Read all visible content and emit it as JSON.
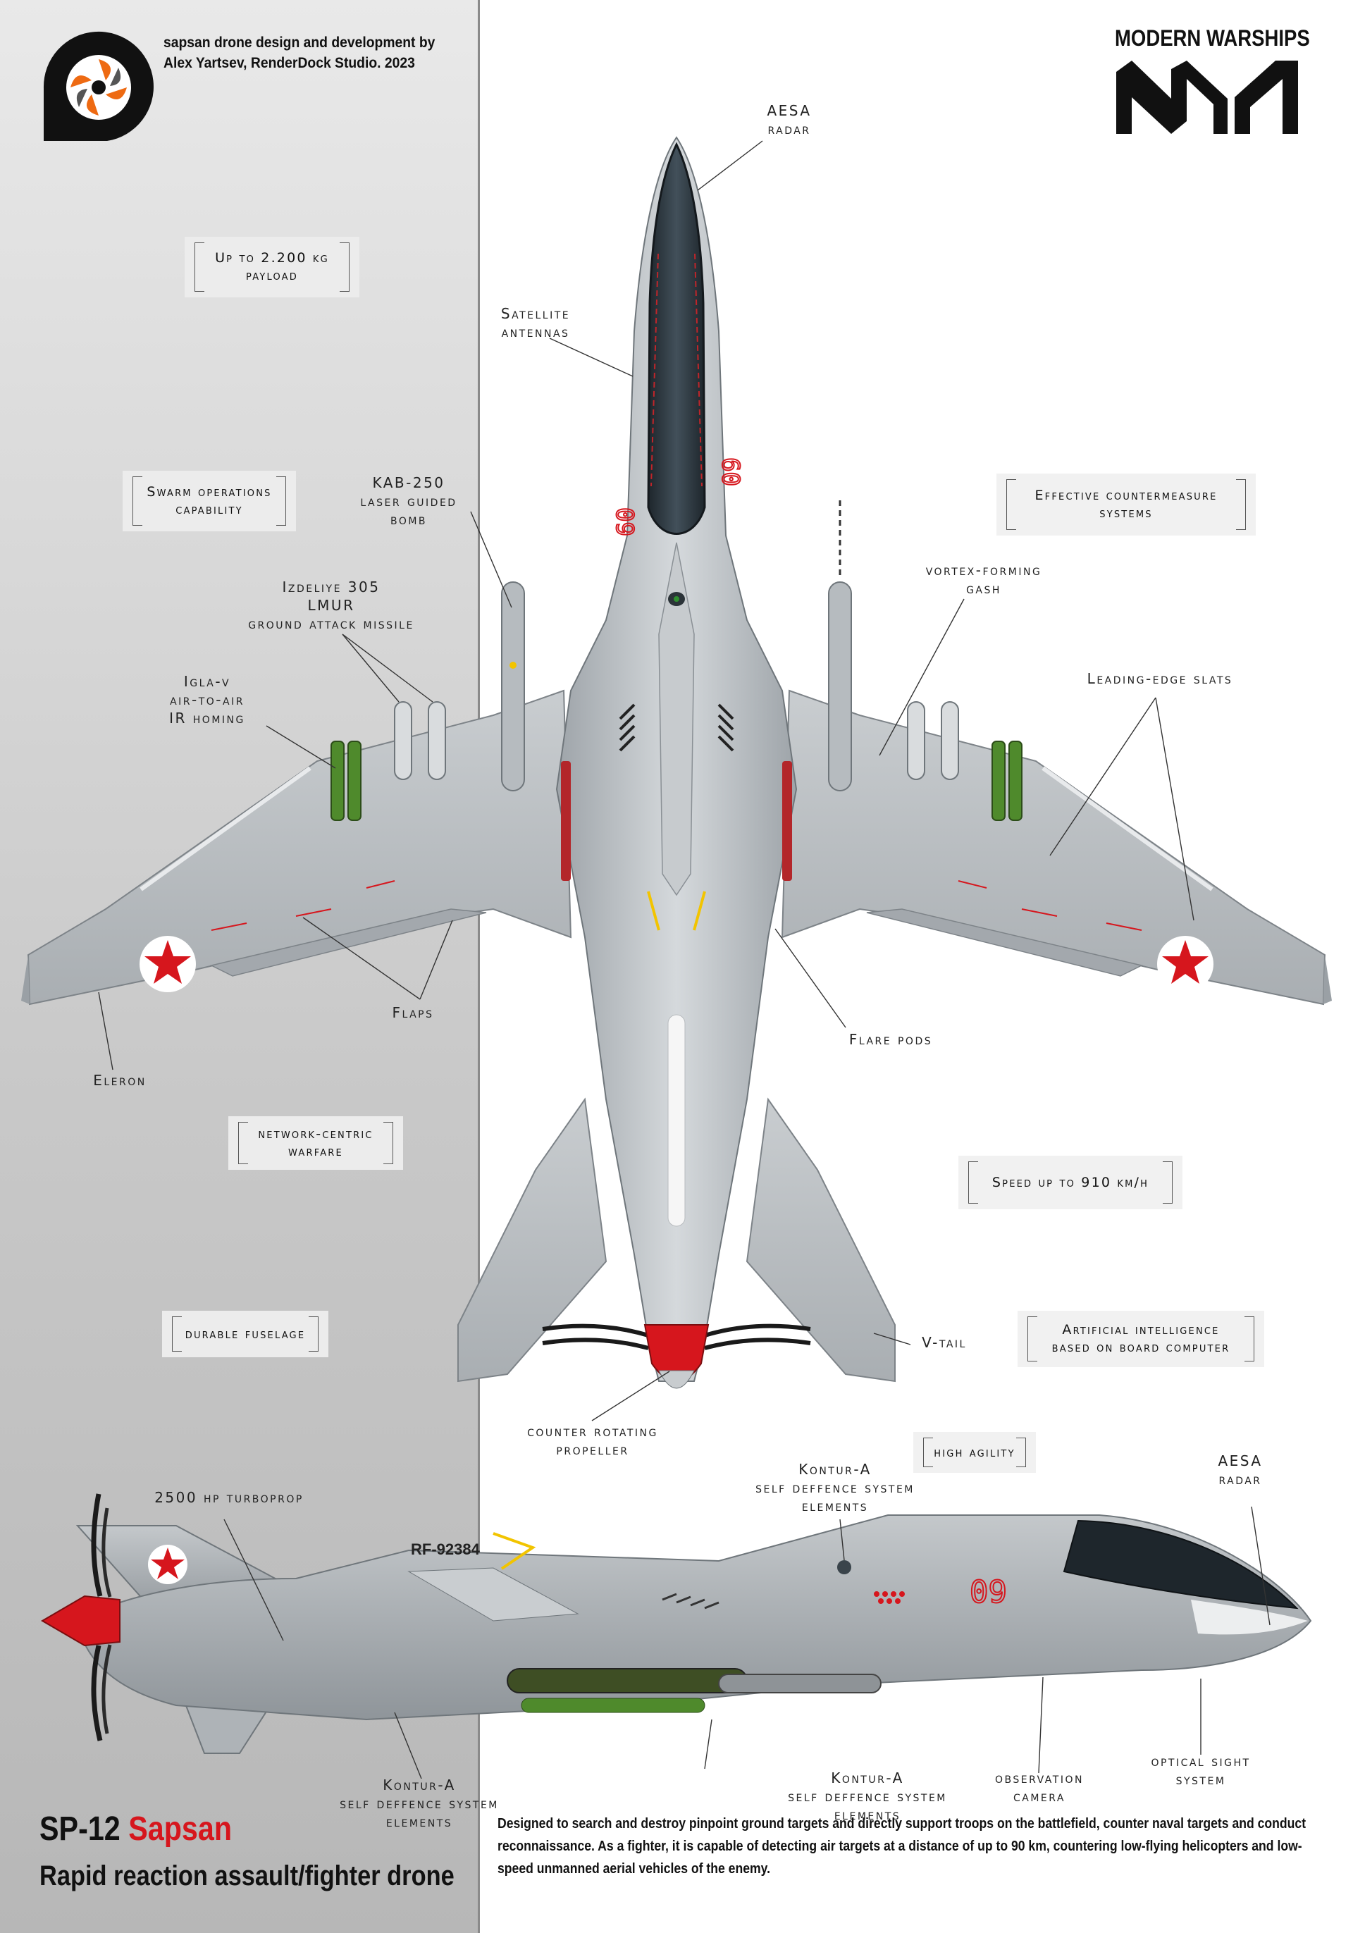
{
  "credit": {
    "line1": "sapsan drone design and development by",
    "line2": "Alex Yartsev, RenderDock Studio. 2023"
  },
  "brand": {
    "title": "MODERN WARSHIPS",
    "logo_icon": "mw-logo-icon",
    "studio_icon": "renderdock-logo-icon"
  },
  "colors": {
    "accent_red": "#d6161d",
    "panel_grey": "#c9c9c9",
    "airframe_grey": "#b9bec2",
    "canopy_dark": "#2f3a42"
  },
  "callouts": {
    "aesa_top": [
      "AESA",
      "radar"
    ],
    "satellite": [
      "Satellite",
      "antennas"
    ],
    "kab": [
      "KAB-250",
      "laser guided",
      "bomb"
    ],
    "lmur": [
      "Izdeliye 305",
      "LMUR",
      "ground attack missile"
    ],
    "igla": [
      "Igla-v",
      "air-to-air",
      "IR homing"
    ],
    "vortex": [
      "vortex-forming",
      "gash"
    ],
    "slats": [
      "Leading-edge slats"
    ],
    "flaps": [
      "Flaps"
    ],
    "eleron": [
      "Eleron"
    ],
    "flare": [
      "Flare pods"
    ],
    "vtail": [
      "V-tail"
    ],
    "propeller": [
      "counter rotating",
      "propeller"
    ],
    "turboprop": [
      "2500 hp turboprop"
    ],
    "kontur_top": [
      "Kontur-A",
      "self deffence system",
      "elements"
    ],
    "aesa_side": [
      "AESA",
      "radar"
    ],
    "kontur_left": [
      "Kontur-A",
      "self deffence system",
      "elements"
    ],
    "kontur_mid": [
      "Kontur-A",
      "self deffence system",
      "elements"
    ],
    "observation": [
      "observation",
      "camera"
    ],
    "optical": [
      "optical sight",
      "system"
    ]
  },
  "features": {
    "payload": [
      "Up to 2.200 kg",
      "payload"
    ],
    "swarm": [
      "Swarm operations",
      "capability"
    ],
    "countermeasure": [
      "Effective countermeasure",
      "systems"
    ],
    "network": [
      "network-centric",
      "warfare"
    ],
    "speed": [
      "Speed up to 910 km/h"
    ],
    "fuselage": [
      "durable fuselage"
    ],
    "ai": [
      "Artificial intelligence",
      "based on board computer"
    ],
    "agility": [
      "high agility"
    ]
  },
  "markings": {
    "tail_number": "RF-92384",
    "side_number": "09"
  },
  "footer": {
    "code": "SP-12",
    "name": "Sapsan",
    "subtitle": "Rapid reaction assault/fighter drone",
    "description": "Designed to search and destroy pinpoint ground targets and directly support troops on the battlefield, counter naval targets and conduct reconnaissance. As a fighter, it is capable of detecting air targets at a distance of up to 90 km, countering low-flying helicopters and low-speed unmanned aerial vehicles of the enemy."
  }
}
